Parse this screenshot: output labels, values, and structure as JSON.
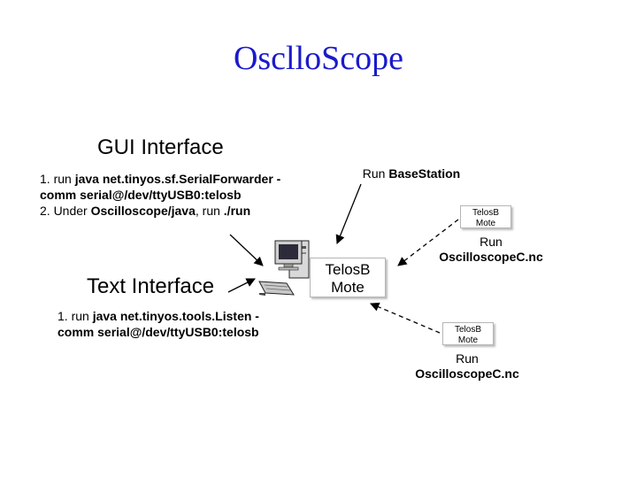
{
  "title": "OsclloScope",
  "gui": {
    "heading": "GUI Interface",
    "line1_prefix": "1. run ",
    "line1_cmd": "java net.tinyos.sf.SerialForwarder -",
    "line2_cmd": "comm serial@/dev/ttyUSB0:telosb",
    "line3_prefix": "2. Under ",
    "line3_dir": "Oscilloscope/java",
    "line3_mid": ", run ",
    "line3_cmd": "./run"
  },
  "text_iface": {
    "heading": "Text Interface",
    "line1_prefix": "1. run ",
    "line1_cmd": "java net.tinyos.tools.Listen -",
    "line2_cmd": "comm serial@/dev/ttyUSB0:telosb"
  },
  "base": {
    "run_prefix": "Run ",
    "run_name": "BaseStation",
    "box_line1": "TelosB",
    "box_line2": "Mote"
  },
  "mote1": {
    "box_line1": "TelosB",
    "box_line2": "Mote",
    "run": "Run",
    "name": "OscilloscopeC.nc"
  },
  "mote2": {
    "box_line1": "TelosB",
    "box_line2": "Mote",
    "run": "Run",
    "name": "OscilloscopeC.nc"
  },
  "icons": {
    "computer": "computer-icon"
  }
}
